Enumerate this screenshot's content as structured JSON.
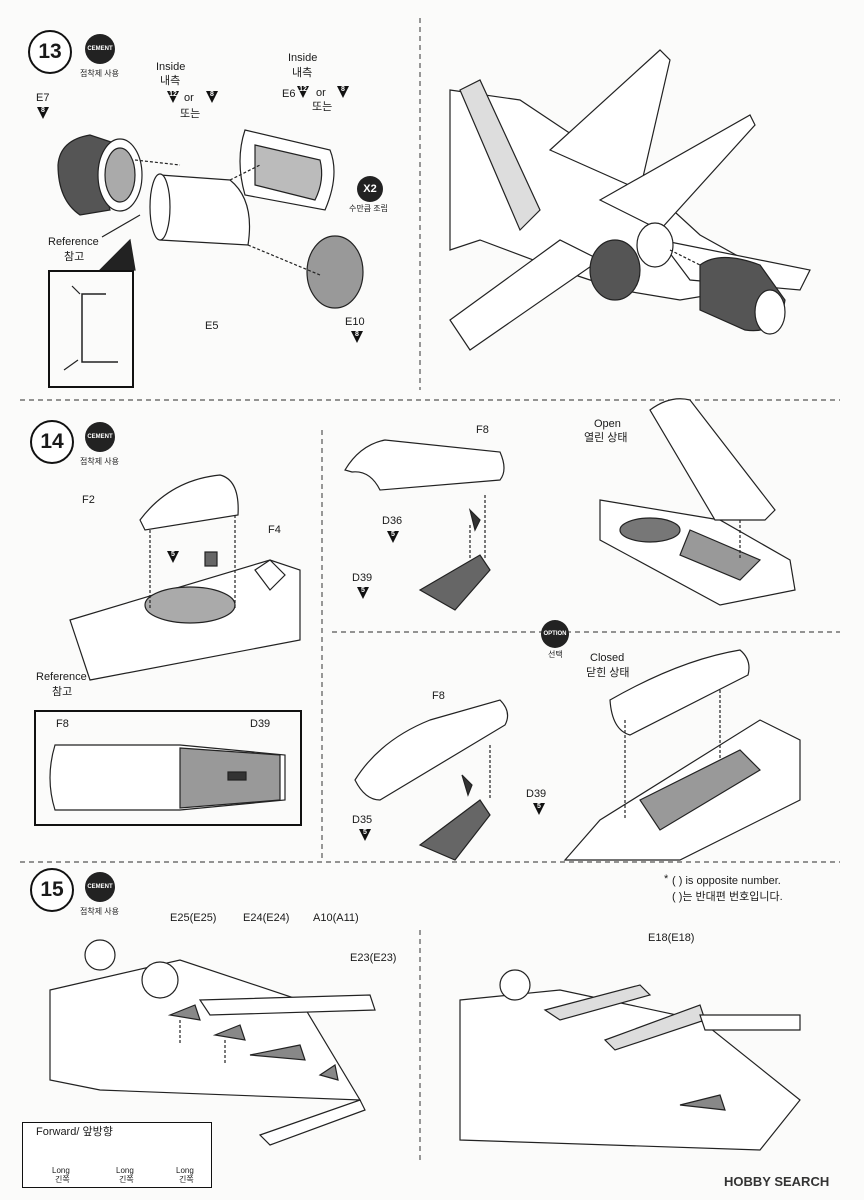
{
  "steps": [
    {
      "number": "13",
      "cement": "CEMENT",
      "cement_caption": "접착제 사용"
    },
    {
      "number": "14",
      "cement": "CEMENT",
      "cement_caption": "접착제 사용"
    },
    {
      "number": "15",
      "cement": "CEMENT",
      "cement_caption": "접착제 사용"
    }
  ],
  "step13": {
    "inside_label_1": "Inside",
    "inside_kr_1": "내측",
    "or_1": "or",
    "or_kr_1": "또는",
    "inside_label_2": "Inside",
    "inside_kr_2": "내측",
    "or_2": "or",
    "or_kr_2": "또는",
    "paint_12": "12",
    "paint_8": "8",
    "parts": {
      "e7": "E7",
      "e6": "E6",
      "e5": "E5",
      "e10": "E10"
    },
    "x2": "X2",
    "x2_caption": "수만큼 조립",
    "reference": "Reference",
    "reference_kr": "참고"
  },
  "step14": {
    "parts": {
      "f2": "F2",
      "f4": "F4",
      "f8a": "F8",
      "f8b": "F8",
      "f8c": "F8",
      "d36": "D36",
      "d39a": "D39",
      "d39b": "D39",
      "d39c": "D39",
      "d35": "D35"
    },
    "paint_5": "5",
    "reference": "Reference",
    "reference_kr": "참고",
    "open": "Open",
    "open_kr": "열린 상태",
    "closed": "Closed",
    "closed_kr": "닫힌 상태",
    "option": "OPTION",
    "option_kr": "선택",
    "opposite_note_en": "( ) is opposite number.",
    "opposite_note_kr": "( )는 반대편 번호입니다.",
    "note_star": "*"
  },
  "step15": {
    "parts": {
      "e25": "E25(E25)",
      "e24": "E24(E24)",
      "a10": "A10(A11)",
      "e23": "E23(E23)",
      "e18": "E18(E18)"
    },
    "forward": "Forward/ 앞방향",
    "long_1": "Long",
    "long_kr_1": "긴쪽",
    "long_2": "Long",
    "long_kr_2": "긴쪽",
    "long_3": "Long",
    "long_kr_3": "긴쪽"
  },
  "watermark": "HOBBY SEARCH"
}
